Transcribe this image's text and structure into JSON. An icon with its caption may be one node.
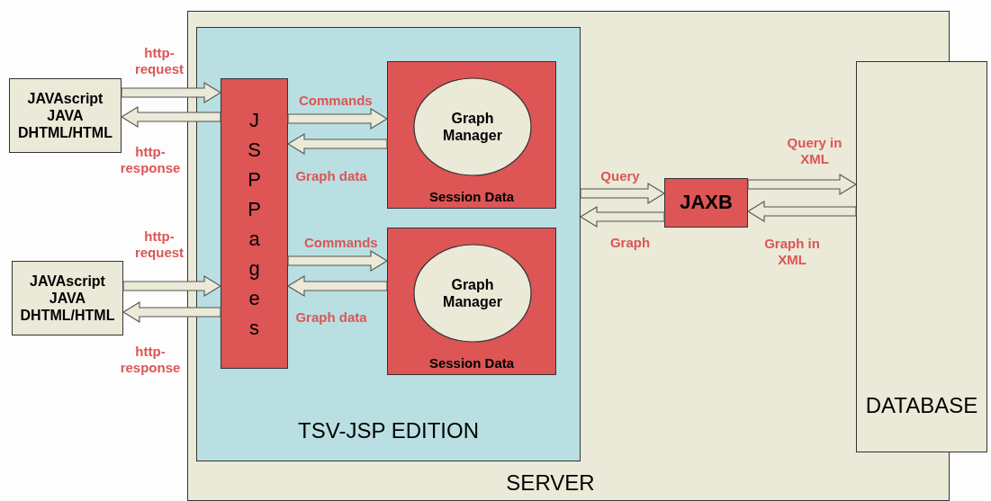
{
  "diagram": {
    "nodes": [
      {
        "text": [
          "SERVER"
        ]
      },
      {
        "text": [
          "TSV-JSP EDITION"
        ],
        "in": 0
      },
      {
        "text": [
          "JAVAscript JAVA DHTML/HTML"
        ]
      },
      {
        "text": [
          "JAVAscript JAVA DHTML/HTML"
        ]
      },
      {
        "text": [
          "JSP Pages"
        ],
        "in": 1
      },
      {
        "text": [
          "Session Data"
        ],
        "in": 1
      },
      {
        "text": [
          "Graph Manager"
        ],
        "in": 5
      },
      {
        "text": [
          "Session Data"
        ],
        "in": 1
      },
      {
        "text": [
          "Graph Manager"
        ],
        "in": 7
      },
      {
        "text": [
          "JAXB"
        ],
        "in": 0
      },
      {
        "text": [
          "DATABASE"
        ]
      }
    ],
    "edges": [
      {
        "from": 2,
        "to": 4,
        "arrow": "to",
        "label": "http- request"
      },
      {
        "from": 4,
        "to": 2,
        "arrow": "to",
        "label": "http- response"
      },
      {
        "from": 3,
        "to": 4,
        "arrow": "to",
        "label": "http- request"
      },
      {
        "from": 4,
        "to": 3,
        "arrow": "to",
        "label": "http- response"
      },
      {
        "from": 4,
        "to": 5,
        "arrow": "to",
        "label": "Commands"
      },
      {
        "from": 5,
        "to": 4,
        "arrow": "to",
        "label": "Graph data"
      },
      {
        "from": 4,
        "to": 7,
        "arrow": "to",
        "label": "Commands"
      },
      {
        "from": 7,
        "to": 4,
        "arrow": "to",
        "label": "Graph data"
      },
      {
        "from": 1,
        "to": 9,
        "arrow": "to",
        "label": "Query"
      },
      {
        "from": 9,
        "to": 1,
        "arrow": "to",
        "label": "Graph"
      },
      {
        "from": 9,
        "to": 10,
        "arrow": "to",
        "label": "Query in XML"
      },
      {
        "from": 10,
        "to": 9,
        "arrow": "to",
        "label": "Graph in XML"
      }
    ]
  }
}
